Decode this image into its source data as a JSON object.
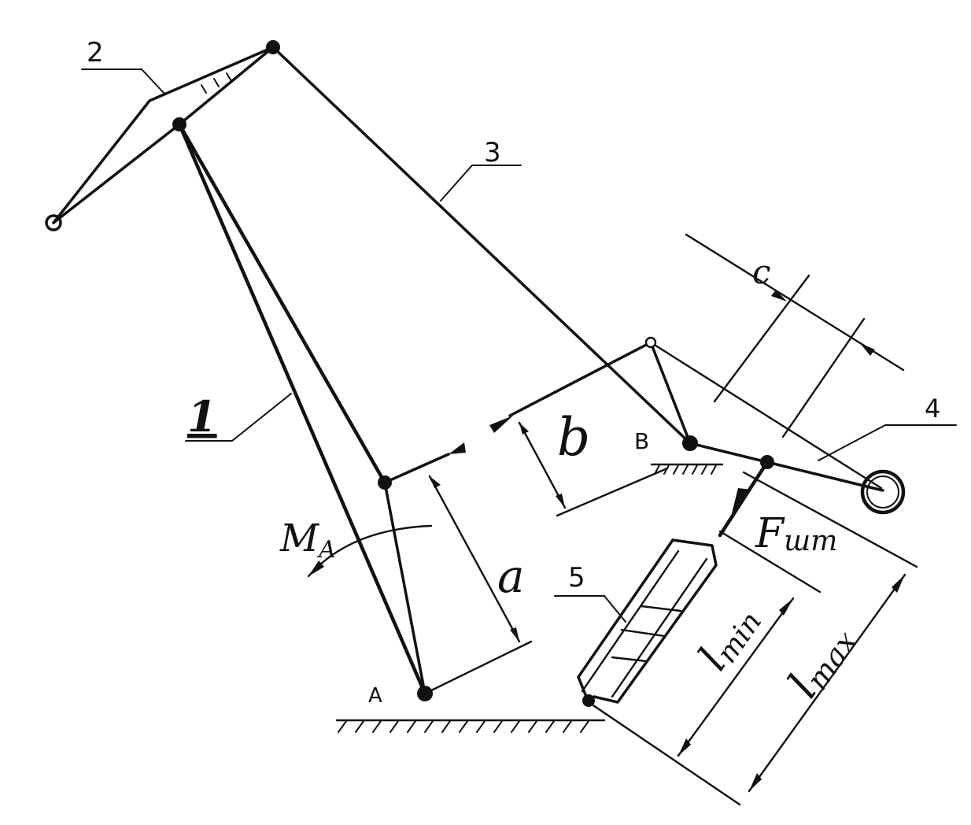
{
  "labels": {
    "link1": "1",
    "link2": "2",
    "link3": "3",
    "link4": "4",
    "link5": "5",
    "pivot_a": "A",
    "pivot_b": "B",
    "moment_letter": "M",
    "moment_sub": "A",
    "dim_a": "a",
    "dim_b": "b",
    "dim_c": "c",
    "force_letter": "F",
    "force_sub": "шт",
    "lmin_letter": "l",
    "lmin_sub": "min",
    "lmax_letter": "l",
    "lmax_sub": "max"
  }
}
